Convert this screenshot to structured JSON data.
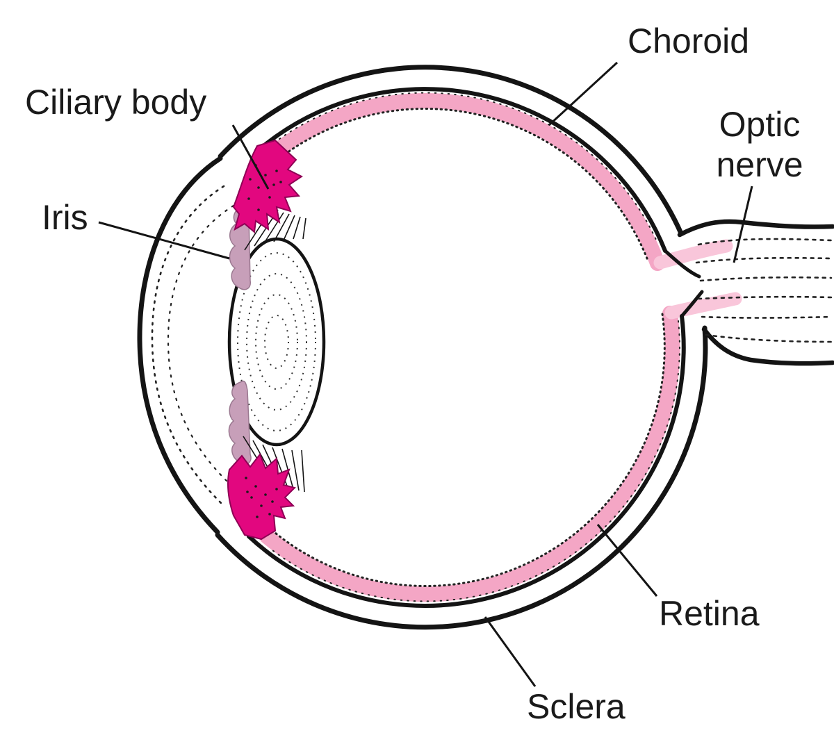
{
  "diagram": {
    "subject": "human-eye-cross-section",
    "labels": {
      "choroid": "Choroid",
      "ciliary_body": "Ciliary body",
      "iris": "Iris",
      "optic_nerve_line1": "Optic",
      "optic_nerve_line2": "nerve",
      "retina": "Retina",
      "sclera": "Sclera"
    },
    "colors": {
      "outline": "#141414",
      "text": "#1a1a1a",
      "choroid_pink": "#f4a6c5",
      "optic_stub_pink": "#f9c6da",
      "ciliary_magenta": "#e2077f",
      "iris_mauve": "#c79fb9",
      "background": "#ffffff"
    }
  }
}
